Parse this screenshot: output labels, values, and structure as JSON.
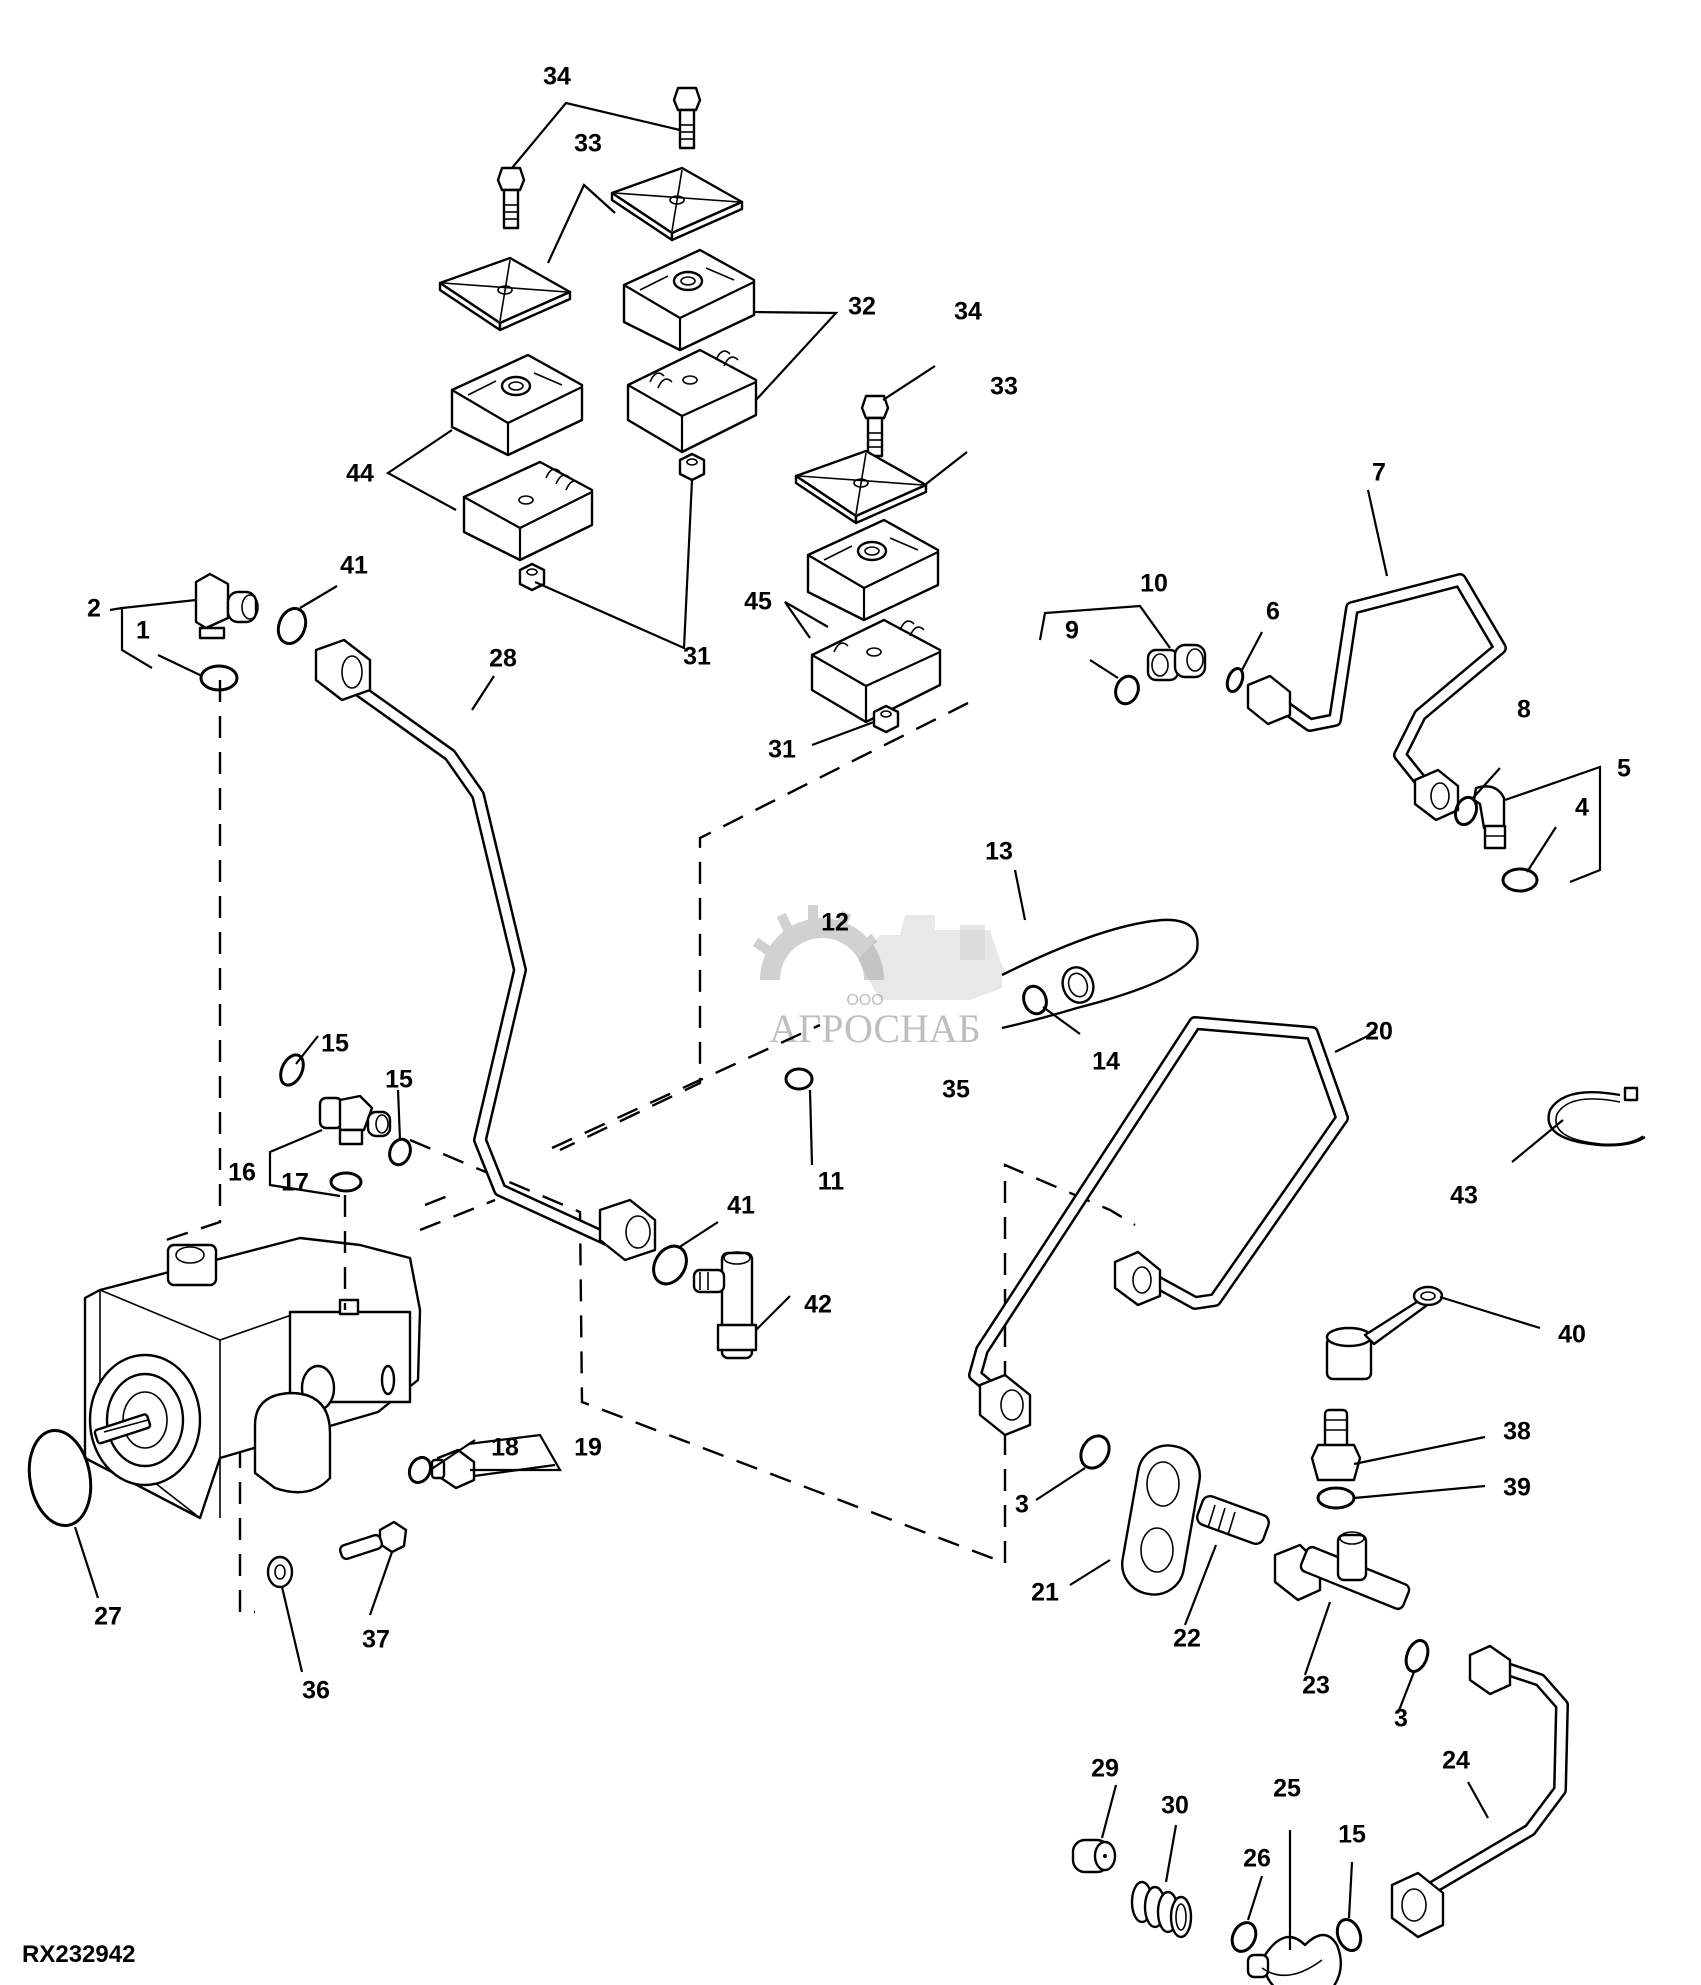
{
  "figure": {
    "id": "RX232942",
    "type": "exploded parts diagram",
    "subject": "hydraulic pump with lines, fittings and tube clamps"
  },
  "watermark": {
    "prefix": "ООО",
    "brand": "АГРОСНАБ"
  },
  "callouts": [
    {
      "ref": "34",
      "part": "cap screw (clamp, upper left)"
    },
    {
      "ref": "33",
      "part": "clamp cover plate (upper pair)"
    },
    {
      "ref": "32",
      "part": "tube clamp halves"
    },
    {
      "ref": "44",
      "part": "tube clamp halves"
    },
    {
      "ref": "31",
      "part": "lock nut (upper pair)"
    },
    {
      "ref": "34",
      "part": "cap screw (clamp, right)"
    },
    {
      "ref": "33",
      "part": "clamp cover plate (right)"
    },
    {
      "ref": "45",
      "part": "tube clamp halves"
    },
    {
      "ref": "31",
      "part": "lock nut (right)"
    },
    {
      "ref": "2",
      "part": "elbow fitting"
    },
    {
      "ref": "1",
      "part": "o-ring"
    },
    {
      "ref": "41",
      "part": "o-ring (upper)"
    },
    {
      "ref": "28",
      "part": "hydraulic tube"
    },
    {
      "ref": "10",
      "part": "elbow fitting"
    },
    {
      "ref": "9",
      "part": "o-ring"
    },
    {
      "ref": "6",
      "part": "o-ring"
    },
    {
      "ref": "7",
      "part": "hydraulic tube"
    },
    {
      "ref": "8",
      "part": "o-ring"
    },
    {
      "ref": "5",
      "part": "elbow fitting"
    },
    {
      "ref": "4",
      "part": "o-ring"
    },
    {
      "ref": "13",
      "part": "hose"
    },
    {
      "ref": "12",
      "part": "hose assembly"
    },
    {
      "ref": "14",
      "part": "o-ring"
    },
    {
      "ref": "35",
      "part": "fitting"
    },
    {
      "ref": "11",
      "part": "o-ring"
    },
    {
      "ref": "20",
      "part": "hydraulic tube"
    },
    {
      "ref": "43",
      "part": "band clamp"
    },
    {
      "ref": "15",
      "part": "o-ring (left)"
    },
    {
      "ref": "15",
      "part": "o-ring (right of tee)"
    },
    {
      "ref": "16",
      "part": "tee fitting"
    },
    {
      "ref": "17",
      "part": "o-ring"
    },
    {
      "ref": "41",
      "part": "o-ring (lower)"
    },
    {
      "ref": "42",
      "part": "tee fitting"
    },
    {
      "ref": "40",
      "part": "dust cap with strap"
    },
    {
      "ref": "38",
      "part": "test port fitting"
    },
    {
      "ref": "39",
      "part": "o-ring"
    },
    {
      "ref": "3",
      "part": "o-ring (upper)"
    },
    {
      "ref": "21",
      "part": "mounting plate"
    },
    {
      "ref": "22",
      "part": "adapter fitting"
    },
    {
      "ref": "23",
      "part": "tee fitting"
    },
    {
      "ref": "3",
      "part": "o-ring (lower)"
    },
    {
      "ref": "18",
      "part": "o-ring"
    },
    {
      "ref": "19",
      "part": "plug"
    },
    {
      "ref": "27",
      "part": "o-ring (large)"
    },
    {
      "ref": "36",
      "part": "washer"
    },
    {
      "ref": "37",
      "part": "cap screw"
    },
    {
      "ref": "29",
      "part": "plug"
    },
    {
      "ref": "30",
      "part": "spring"
    },
    {
      "ref": "25",
      "part": "elbow / valve body"
    },
    {
      "ref": "26",
      "part": "o-ring"
    },
    {
      "ref": "15",
      "part": "o-ring (bottom)"
    },
    {
      "ref": "24",
      "part": "hydraulic tube"
    }
  ]
}
